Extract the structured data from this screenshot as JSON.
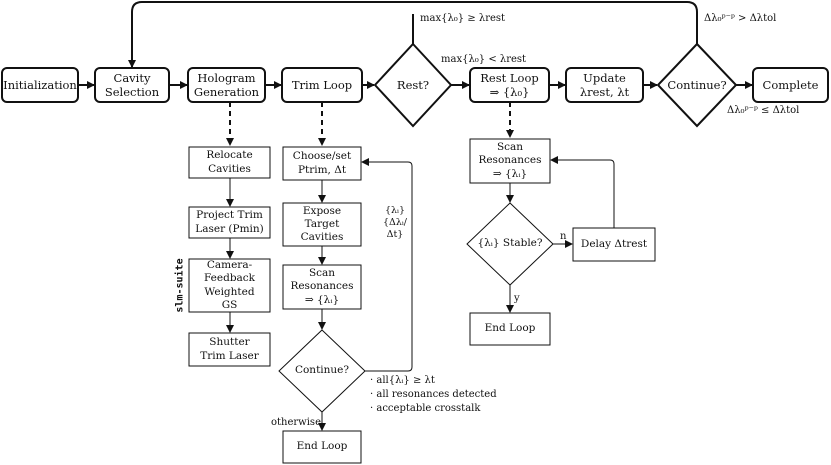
{
  "top_row": {
    "initialization": "Initialization",
    "cavity_selection": "Cavity\nSelection",
    "hologram_generation": "Hologram\nGeneration",
    "trim_loop": "Trim Loop",
    "rest_decision": "Rest?",
    "rest_loop": "Rest Loop\n⇒ {λ₀}",
    "update": "Update\nλrest, λt",
    "continue_decision": "Continue?",
    "complete": "Complete"
  },
  "conditions": {
    "rest_yes": "max{λ₀} ≥ λrest",
    "rest_no": "max{λ₀} < λrest",
    "continue_yes": "Δλ₀ᵖ⁻ᵖ > Δλtol",
    "continue_no": "Δλ₀ᵖ⁻ᵖ ≤ Δλtol"
  },
  "hologram_column": {
    "relocate": "Relocate\nCavities",
    "project": "Project Trim\nLaser (Pmin)",
    "camera_gs": "Camera-\nFeedback\nWeighted\nGS",
    "shutter": "Shutter\nTrim Laser",
    "side_label": "slm-suite"
  },
  "trim_column": {
    "choose_set": "Choose/set\nPtrim, Δt",
    "expose": "Expose\nTarget\nCavities",
    "scan": "Scan\nResonances\n⇒ {λᵢ}",
    "continue_decision": "Continue?",
    "end_loop": "End Loop",
    "otherwise": "otherwise",
    "feedback_label": "{λᵢ}\n{Δλᵢ/Δt}",
    "criteria": [
      "· all{λᵢ} ≥ λt",
      "· all resonances detected",
      "· acceptable crosstalk"
    ]
  },
  "rest_column": {
    "scan": "Scan\nResonances\n⇒ {λᵢ}",
    "stable_decision": "{λᵢ} Stable?",
    "delay": "Delay Δtrest",
    "end_loop": "End Loop",
    "yes": "y",
    "no": "n"
  }
}
